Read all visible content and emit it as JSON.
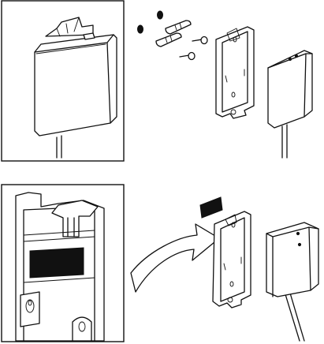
{
  "figure": {
    "panels": [
      {
        "id": "top",
        "steps": [
          "insert-wall-plugs",
          "screw-bracket-to-wall",
          "mount-sensor"
        ]
      },
      {
        "id": "bottom",
        "steps": [
          "apply-adhesive-pad",
          "stick-bracket-to-wall",
          "mount-sensor"
        ]
      }
    ],
    "colors": {
      "line": "#111111",
      "background": "#ffffff",
      "adhesive": "#111111"
    }
  }
}
